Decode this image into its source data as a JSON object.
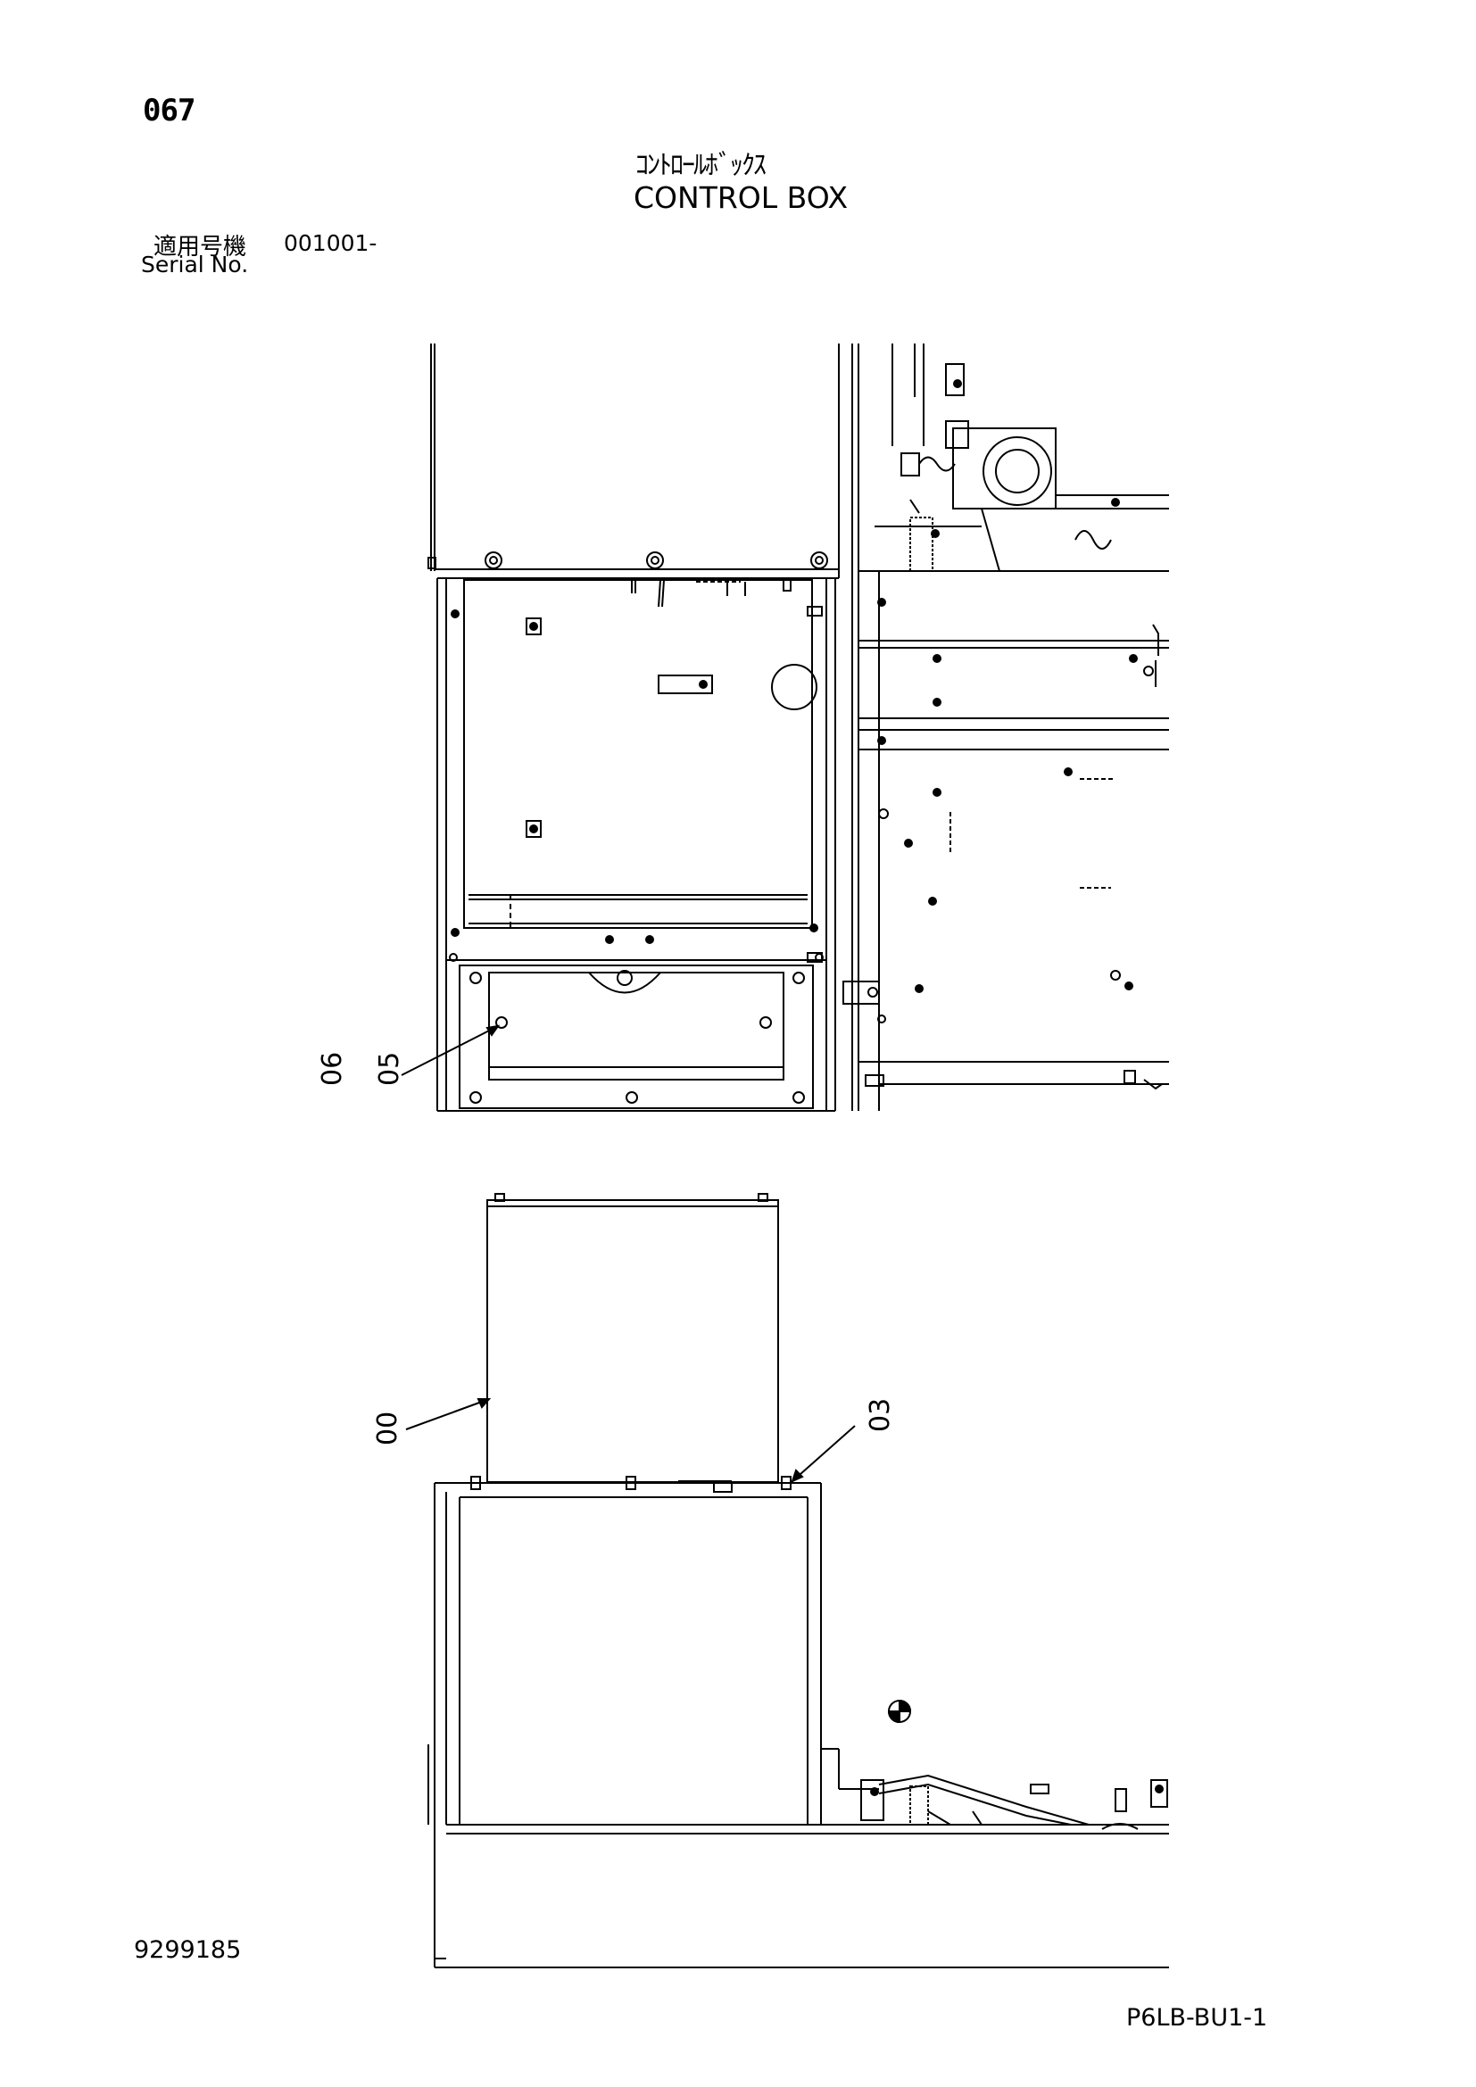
{
  "header": {
    "page_number": "067",
    "title_jp": "ｺﾝﾄﾛｰﾙﾎﾞｯｸｽ",
    "title_en": "CONTROL BOX",
    "serial_label_jp": "適用号機",
    "serial_value": "001001-",
    "serial_label_en": "Serial No."
  },
  "callouts": {
    "top": [
      {
        "label": "06"
      },
      {
        "label": "05"
      }
    ],
    "bottom_left": {
      "label": "00"
    },
    "bottom_right": {
      "label": "03"
    }
  },
  "footer": {
    "doc_code": "9299185",
    "fig_code": "P6LB-BU1-1"
  }
}
